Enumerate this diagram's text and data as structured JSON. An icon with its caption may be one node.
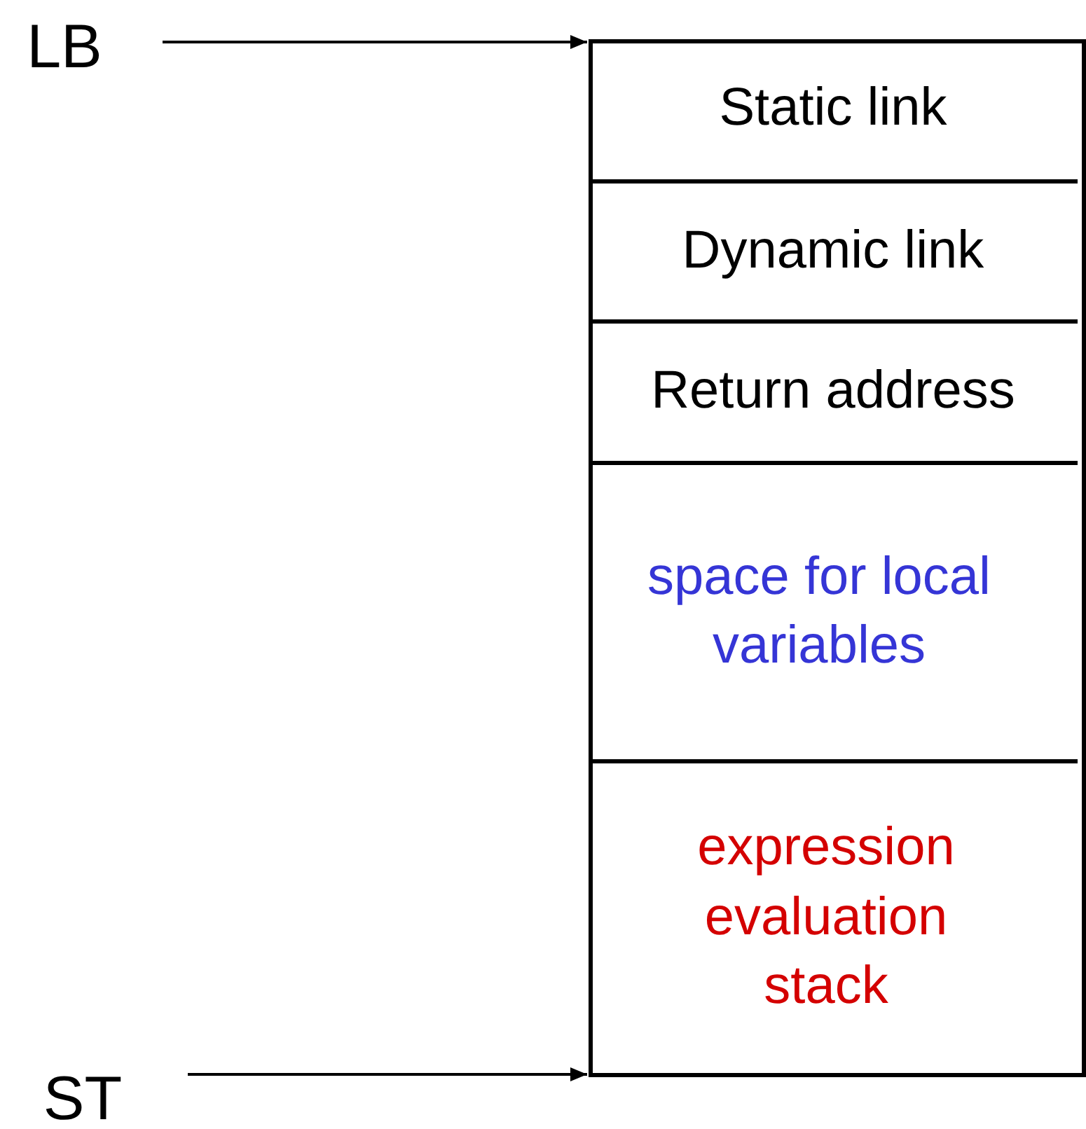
{
  "diagram": {
    "nodes": [
      {
        "text": [
          "LB"
        ]
      },
      {
        "text": [],
        "shape": "box"
      },
      {
        "text": [
          "Static link"
        ],
        "in": 1
      },
      {
        "text": [
          "Dynamic link"
        ],
        "in": 1
      },
      {
        "text": [
          "Return address"
        ],
        "in": 1
      },
      {
        "text": [
          "space for local variables"
        ],
        "in": 1
      },
      {
        "text": [
          "expression evaluation stack"
        ],
        "in": 1
      },
      {
        "text": [
          "ST"
        ]
      }
    ],
    "edges": [
      {
        "from": 0,
        "to": 1,
        "arrow": "to"
      },
      {
        "from": 7,
        "to": 1,
        "arrow": "to"
      }
    ]
  }
}
